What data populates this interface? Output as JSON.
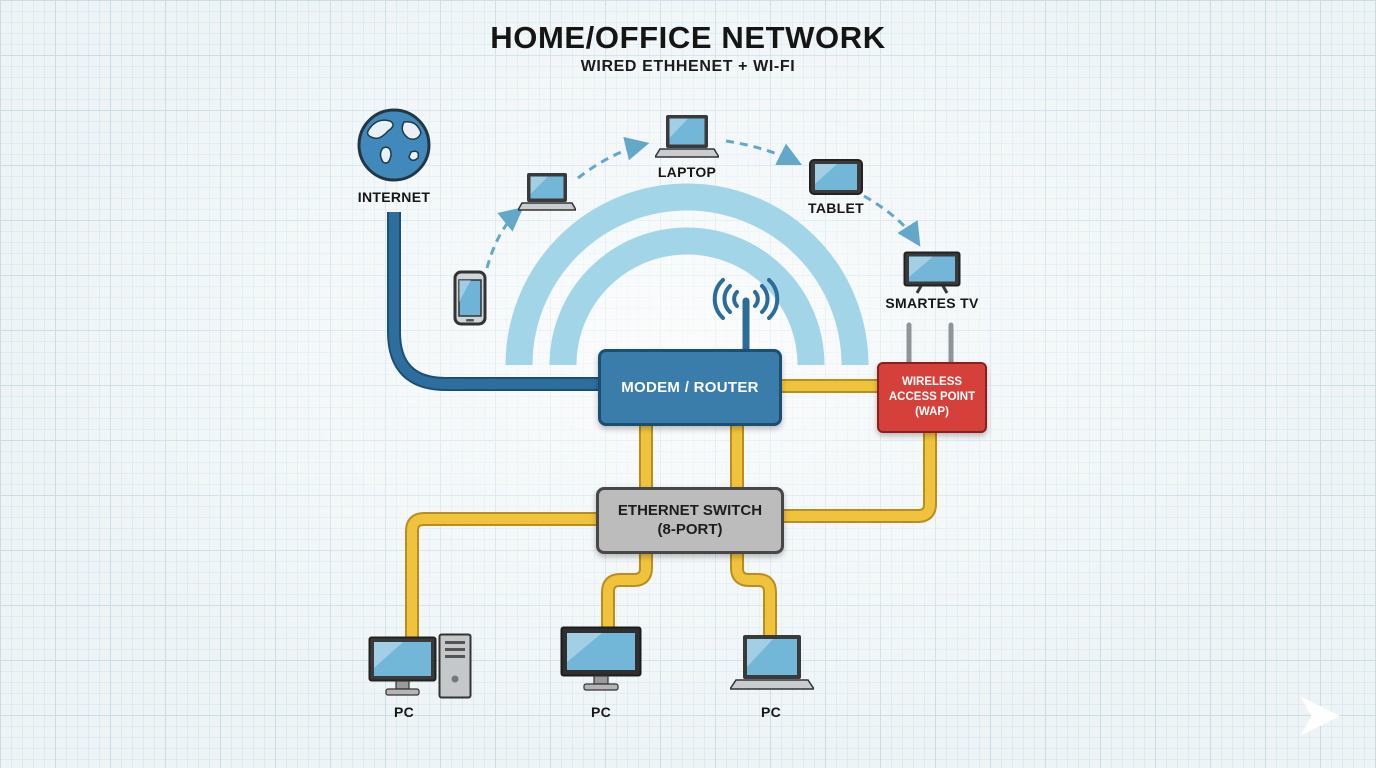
{
  "title": {
    "main": "HOME/OFFICE NETWORK",
    "sub": "WIRED ETHHENET + WI-FI"
  },
  "nodes": {
    "internet": {
      "label": "INTERNET"
    },
    "laptop": {
      "label": "LAPTOP"
    },
    "tablet": {
      "label": "TABLET"
    },
    "smart_tv": {
      "label": "SMARTES TV"
    },
    "modem": {
      "label": "MODEM / ROUTER"
    },
    "wap": {
      "line1": "WIRELESS",
      "line2": "ACCESS POINT",
      "line3": "(WAP)"
    },
    "switch": {
      "line1": "ETHERNET SWITCH",
      "line2": "(8-PORT)"
    },
    "pc1": {
      "label": "PC"
    },
    "pc2": {
      "label": "PC"
    },
    "pc3": {
      "label": "PC"
    }
  },
  "colors": {
    "cable_blue": "#2e6e9e",
    "cable_yellow": "#f0c33c",
    "wifi_arc": "#a3d5e8",
    "dashed_arrow": "#63a7c9",
    "modem_fill": "#3a7dab",
    "wap_fill": "#d6403a",
    "switch_fill": "#bcbcbc"
  },
  "icons": [
    "globe-icon",
    "smartphone-icon",
    "small-laptop-icon",
    "laptop-icon",
    "tablet-icon",
    "smart-tv-icon",
    "antenna-icon",
    "wap-antenna-icon",
    "desktop-monitor-icon",
    "tower-pc-icon",
    "laptop-pc-icon",
    "watermark-logo"
  ],
  "links": [
    {
      "from": "internet",
      "to": "modem",
      "type": "wired-wan"
    },
    {
      "from": "modem",
      "to": "wap",
      "type": "ethernet"
    },
    {
      "from": "modem",
      "to": "switch",
      "type": "ethernet"
    },
    {
      "from": "modem",
      "to": "switch",
      "type": "ethernet"
    },
    {
      "from": "wap",
      "to": "switch",
      "type": "ethernet"
    },
    {
      "from": "switch",
      "to": "pc1",
      "type": "ethernet"
    },
    {
      "from": "switch",
      "to": "pc2",
      "type": "ethernet"
    },
    {
      "from": "switch",
      "to": "pc3",
      "type": "ethernet"
    },
    {
      "from": "smartphone",
      "to": "small-laptop",
      "type": "wifi"
    },
    {
      "from": "small-laptop",
      "to": "laptop",
      "type": "wifi"
    },
    {
      "from": "laptop",
      "to": "tablet",
      "type": "wifi"
    },
    {
      "from": "tablet",
      "to": "smart_tv",
      "type": "wifi"
    }
  ]
}
